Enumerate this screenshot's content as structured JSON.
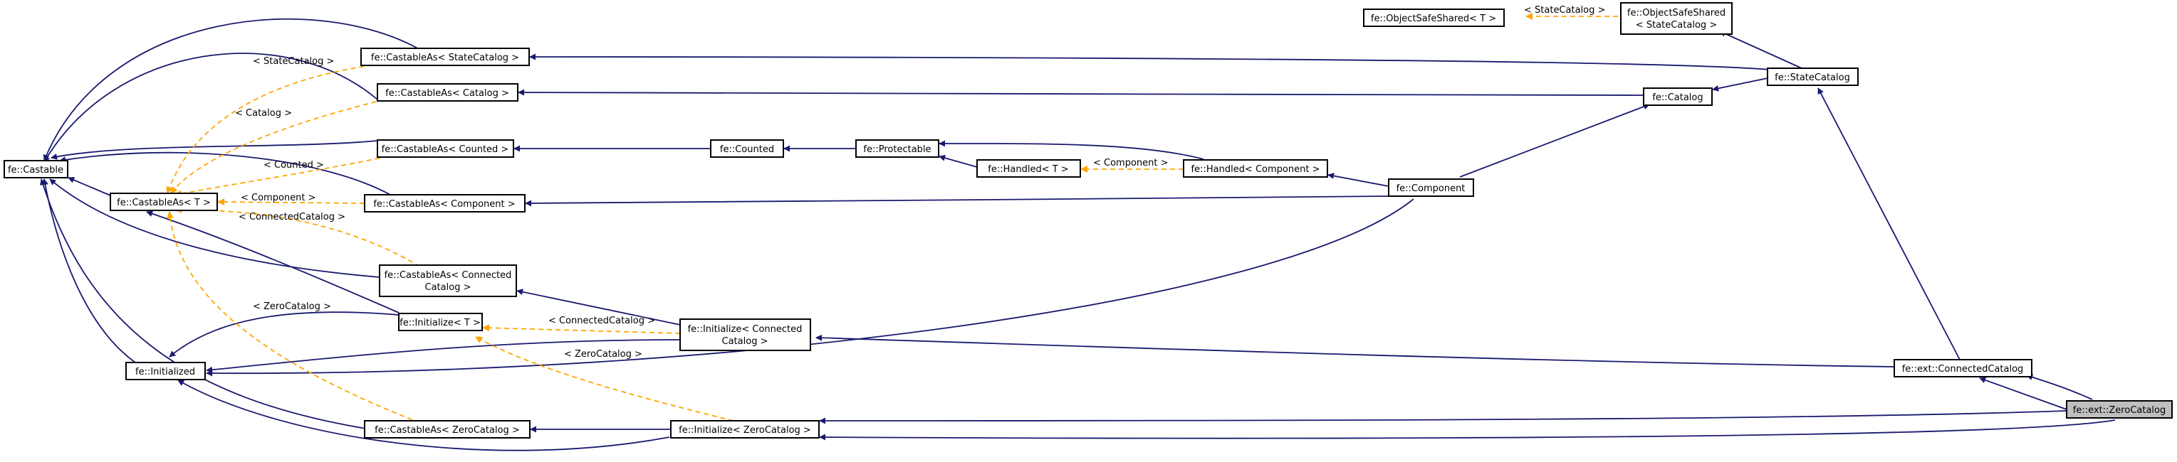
{
  "diagram": {
    "nodes": {
      "castable": "fe::Castable",
      "castableas_t": "fe::CastableAs< T >",
      "initialized": "fe::Initialized",
      "ca_statecatalog": "fe::CastableAs< StateCatalog >",
      "ca_catalog": "fe::CastableAs< Catalog >",
      "ca_counted": "fe::CastableAs< Counted >",
      "ca_component": "fe::CastableAs< Component >",
      "ca_connected_1": "fe::CastableAs< Connected",
      "ca_connected_2": "Catalog >",
      "initialize_t": "fe::Initialize< T >",
      "ca_zerocatalog": "fe::CastableAs< ZeroCatalog >",
      "counted": "fe::Counted",
      "protectable": "fe::Protectable",
      "handled_t": "fe::Handled< T >",
      "handled_component": "fe::Handled< Component >",
      "component": "fe::Component",
      "init_connected_1": "fe::Initialize< Connected",
      "init_connected_2": "Catalog >",
      "init_zerocatalog": "fe::Initialize< ZeroCatalog >",
      "objectsafeshared_t": "fe::ObjectSafeShared< T >",
      "oss_statecatalog_1": "fe::ObjectSafeShared",
      "oss_statecatalog_2": "< StateCatalog >",
      "catalog": "fe::Catalog",
      "statecatalog": "fe::StateCatalog",
      "connectedcatalog": "fe::ext::ConnectedCatalog",
      "zerocatalog": "fe::ext::ZeroCatalog"
    },
    "edge_labels": {
      "statecatalog": "< StateCatalog >",
      "catalog": "< Catalog >",
      "counted": "< Counted >",
      "component_a": "< Component >",
      "connectedcatalog_a": "< ConnectedCatalog >",
      "zerocatalog_a": "< ZeroCatalog >",
      "connectedcatalog_b": "< ConnectedCatalog >",
      "zerocatalog_b": "< ZeroCatalog >",
      "component_b": "< Component >",
      "oss_statecatalog": "< StateCatalog >"
    },
    "colors": {
      "inheritance_edge": "#191970",
      "template_edge": "#ffa500",
      "focus_node_fill": "#bfbfbf"
    }
  }
}
